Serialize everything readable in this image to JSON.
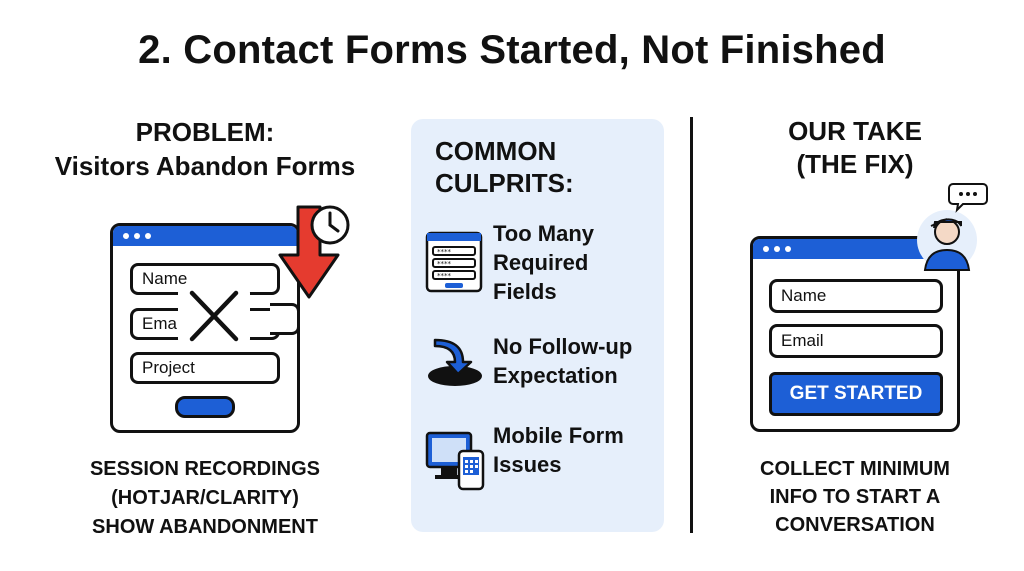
{
  "title": "2. Contact Forms Started, Not Finished",
  "problem": {
    "heading_line1": "PROBLEM:",
    "heading_line2": "Visitors Abandon Forms",
    "form_fields": [
      "Name",
      "Ema",
      "Project"
    ],
    "caption_line1": "SESSION RECORDINGS",
    "caption_line2": "(HOTJAR/CLARITY)",
    "caption_line3": "SHOW ABANDONMENT",
    "icons": [
      "browser-window-icon",
      "clock-icon",
      "down-arrow-icon",
      "x-mark-icon"
    ]
  },
  "culprits": {
    "heading_line1": "COMMON",
    "heading_line2": "CULPRITS:",
    "items": [
      {
        "lines": [
          "Too Many",
          "Required",
          "Fields"
        ],
        "icon": "form-fields-icon"
      },
      {
        "lines": [
          "No Follow-up",
          "Expectation"
        ],
        "icon": "falling-arrow-hole-icon"
      },
      {
        "lines": [
          "Mobile Form",
          "Issues"
        ],
        "icon": "devices-icon"
      }
    ]
  },
  "fix": {
    "heading_line1": "OUR TAKE",
    "heading_line2": "(THE FIX)",
    "form_fields": [
      "Name",
      "Email"
    ],
    "cta_label": "GET STARTED",
    "caption_line1": "COLLECT MINIMUM",
    "caption_line2": "INFO TO START A",
    "caption_line3": "CONVERSATION",
    "icons": [
      "person-thinking-icon",
      "speech-bubble-icon"
    ]
  },
  "colors": {
    "accent": "#1d5fd6",
    "warning": "#e53b2f",
    "panel": "#e6effb",
    "ink": "#111111"
  }
}
